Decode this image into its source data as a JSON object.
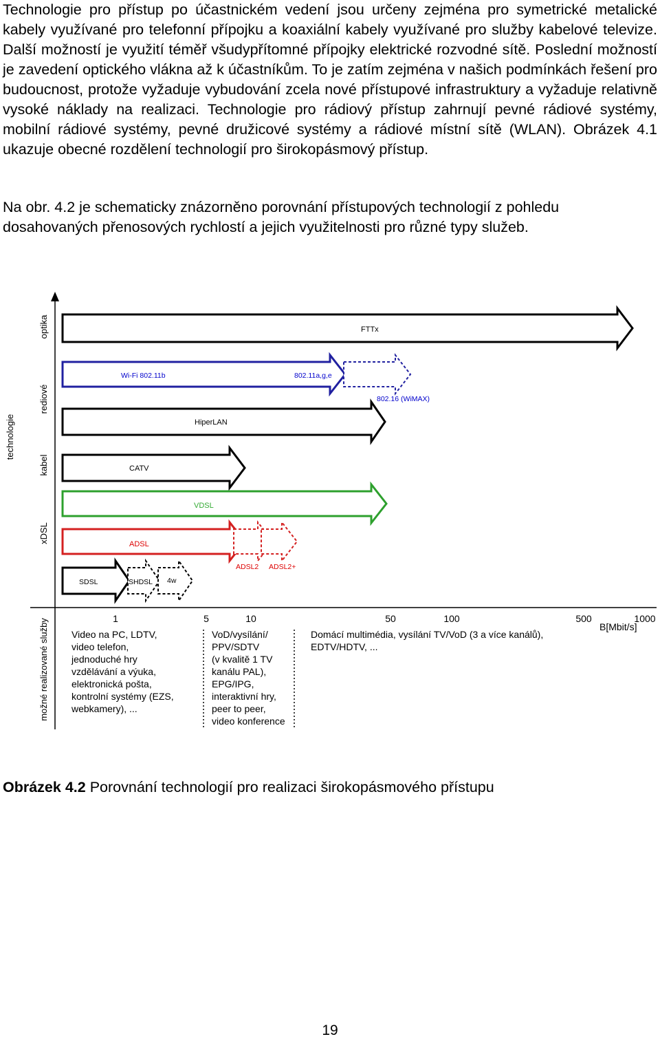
{
  "paragraphs": [
    "Technologie pro přístup po účastnickém vedení jsou určeny zejména pro symetrické metalické kabely využívané pro telefonní přípojku a koaxiální kabely využívané pro služby kabelové televize. Další možností je využití téměř všudypřítomné přípojky elektrické rozvodné sítě. Poslední možností je zavedení optického vlákna až k účastníkům. To je zatím zejména v našich podmínkách řešení pro budoucnost, protože vyžaduje vybudování zcela nové přístupové infrastruktury a vyžaduje relativně vysoké náklady na realizaci. Technologie pro rádiový přístup zahrnují pevné rádiové systémy, mobilní rádiové systémy, pevné družicové systémy a rádiové místní sítě (WLAN). Obrázek 4.1 ukazuje obecné rozdělení technologií pro širokopásmový přístup.",
    "Na obr. 4.2 je schematicky znázorněno porovnání přístupových technologií z pohledu dosahovaných přenosových rychlostí a jejich využitelnosti pro různé typy služeb."
  ],
  "figure": {
    "axis_title_technologies": "technologie",
    "axis_title_services": "možné realizované služby",
    "groups": [
      "optika",
      "rediové",
      "kabel",
      "xDSL"
    ],
    "arrows": {
      "fttx": "FTTx",
      "wifi_b": "Wi-Fi 802.11b",
      "wifi_age": "802.11a,g,e",
      "wimax": "802.16 (WiMAX)",
      "hiperlan": "HiperLAN",
      "catv": "CATV",
      "vdsl": "VDSL",
      "adsl": "ADSL",
      "adsl2": "ADSL2",
      "adsl2plus": "ADSL2+",
      "sdsl": "SDSL",
      "shdsl": "SHDSL",
      "fourw": "4w"
    },
    "colors": {
      "fttx": "#000000",
      "wlan": "#2020a0",
      "wlan_label": "#0000cc",
      "cable": "#000000",
      "vdsl": "#2da02d",
      "vdsl_label": "#33aa33",
      "adsl": "#d42020",
      "adsl_label": "#dd0000",
      "sdsl": "#000000"
    },
    "ticks": [
      "1",
      "5",
      "10",
      "50",
      "100",
      "500",
      "1000"
    ],
    "unit": "B[Mbit/s]",
    "services": [
      [
        "Video na PC, LDTV,",
        "video telefon,",
        "jednoduché hry",
        "vzdělávání a výuka,",
        "elektronická pošta,",
        "kontrolní systémy (EZS,",
        "webkamery), ..."
      ],
      [
        "VoD/vysílání/",
        "PPV/SDTV",
        "(v kvalitě 1 TV",
        "kanálu PAL),",
        "EPG/IPG,",
        "interaktivní hry,",
        "peer to peer,",
        "video konference"
      ],
      [
        "Domácí multimédia, vysílání TV/VoD (3 a více kanálů),",
        "EDTV/HDTV, ..."
      ]
    ]
  },
  "caption": {
    "label": "Obrázek 4.2",
    "text": " Porovnání technologií pro realizaci širokopásmového přístupu"
  },
  "page_number": "19"
}
